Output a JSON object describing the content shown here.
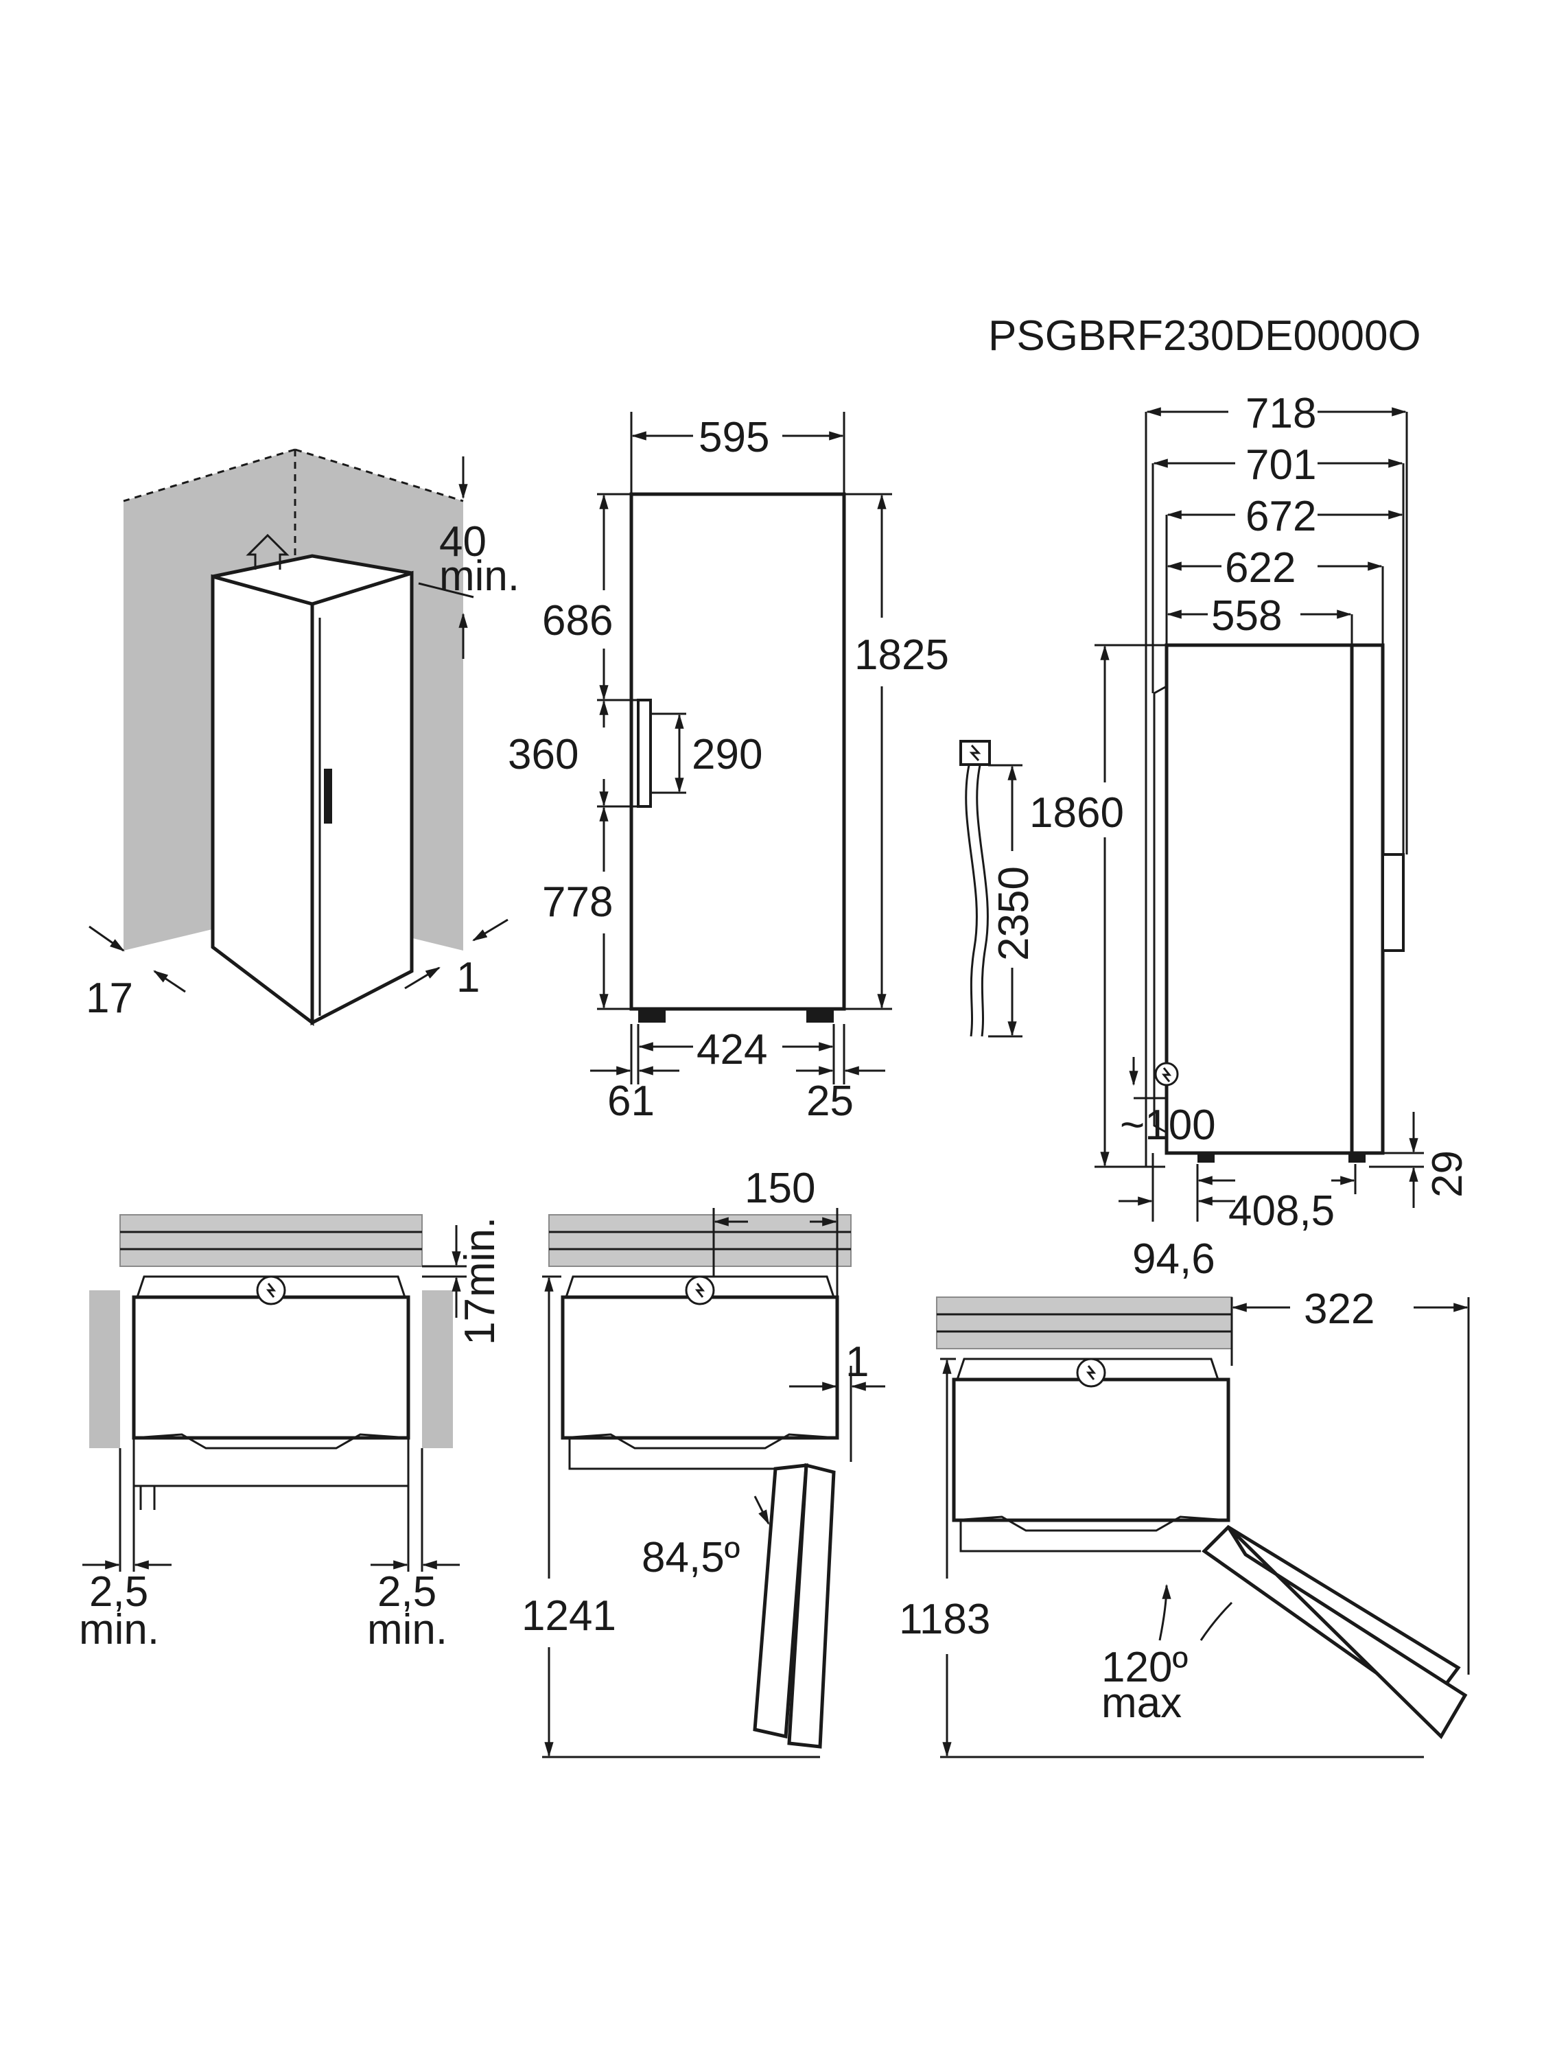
{
  "model": "PSGBRF230DE0000O",
  "perspective": {
    "top_clearance": "40",
    "top_clearance_note": "min.",
    "left_gap": "17",
    "right_gap": "1"
  },
  "front": {
    "width": "595",
    "height": "1825",
    "top_to_handle": "686",
    "handle_zone": "360",
    "handle_length": "290",
    "handle_to_floor": "778",
    "feet_span": "424",
    "left_foot": "61",
    "right_foot": "25"
  },
  "cable": {
    "length": "2350"
  },
  "side": {
    "depth_718": "718",
    "depth_701": "701",
    "depth_672": "672",
    "depth_622": "622",
    "depth_558": "558",
    "height": "1860",
    "plug_offset": "~100",
    "feet_offset": "408,5",
    "rear_foot": "94,6",
    "foot_height": "29"
  },
  "top_view_1": {
    "wall_gap": "17",
    "wall_gap_note": "min.",
    "side_gap_left": "2,5",
    "side_gap_left_note": "min.",
    "side_gap_right": "2,5",
    "side_gap_right_note": "min."
  },
  "top_view_2": {
    "offset": "150",
    "side_gap": "1",
    "door_angle": "84,5º",
    "total_depth": "1241"
  },
  "top_view_3": {
    "door_swing": "322",
    "door_angle": "120º",
    "door_angle_note": "max",
    "total_depth": "1183"
  }
}
